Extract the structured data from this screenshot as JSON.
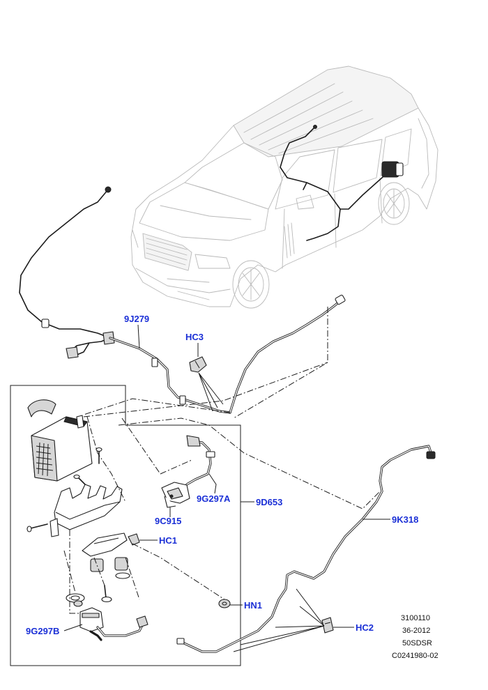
{
  "callouts": {
    "c_9J279": "9J279",
    "c_HC3": "HC3",
    "c_9G297A": "9G297A",
    "c_9D653": "9D653",
    "c_9C915": "9C915",
    "c_HC1": "HC1",
    "c_9K318": "9K318",
    "c_HN1": "HN1",
    "c_9G297B": "9G297B",
    "c_HC2": "HC2"
  },
  "reference_block": {
    "line1": "3100110",
    "line2": "36-2012",
    "line3": "50SDSR",
    "line4": "C0241980-02"
  },
  "colors": {
    "callout_text": "#1a2fd6",
    "line_art": "#1c1c1c",
    "vehicle_outline": "#b9b9b9"
  }
}
